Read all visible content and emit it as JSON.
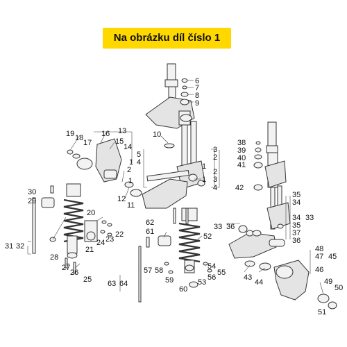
{
  "banner": {
    "text": "Na obrázku díl číslo 1"
  },
  "diagram": {
    "callouts": [
      "1",
      "2",
      "3",
      "4",
      "5",
      "6",
      "7",
      "8",
      "9",
      "10",
      "11",
      "12",
      "13",
      "14",
      "15",
      "16",
      "17",
      "18",
      "19",
      "20",
      "21",
      "22",
      "23",
      "24",
      "25",
      "26",
      "27",
      "28",
      "29",
      "30",
      "31",
      "32",
      "33",
      "34",
      "35",
      "36",
      "37",
      "38",
      "39",
      "40",
      "41",
      "42",
      "43",
      "44",
      "45",
      "46",
      "47",
      "48",
      "49",
      "50",
      "51",
      "52",
      "53",
      "54",
      "55",
      "56",
      "57",
      "58",
      "59",
      "60",
      "61",
      "62",
      "63",
      "64"
    ],
    "extra_labels": [
      "1",
      "2",
      "3",
      "4",
      "33",
      "34",
      "35",
      "36",
      "32",
      "64"
    ]
  },
  "colors": {
    "banner": "#ffd800",
    "lines": "#333333"
  }
}
